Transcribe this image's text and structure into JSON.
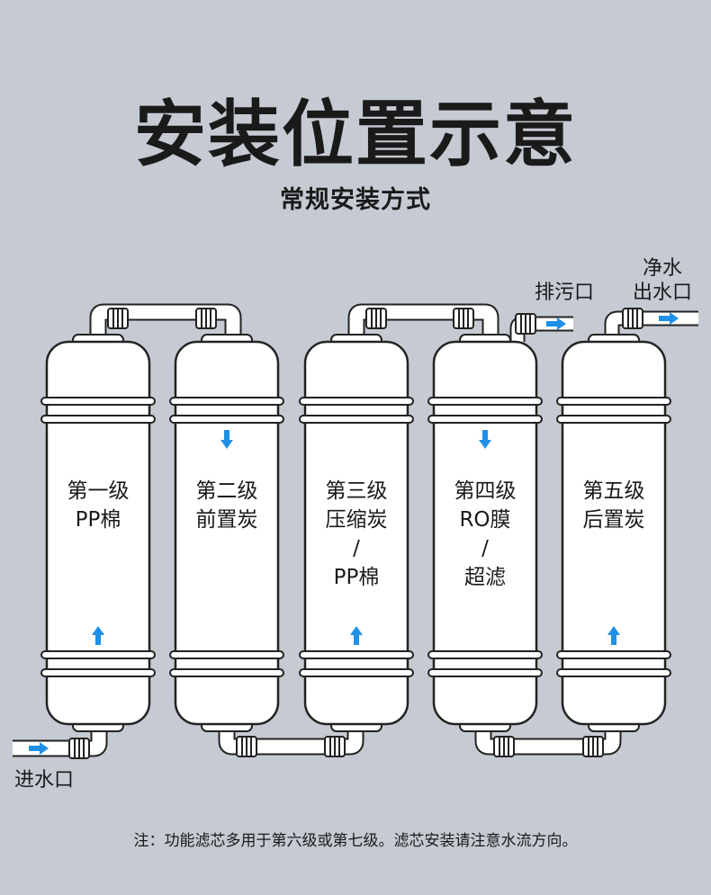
{
  "title": "安装位置示意",
  "subtitle": "常规安装方式",
  "labels": {
    "drain": "排污口",
    "pure_line1": "净水",
    "pure_line2": "出水口",
    "inlet": "进水口"
  },
  "stages": [
    {
      "line1": "第一级",
      "line2": "PP棉",
      "line3": "",
      "line4": ""
    },
    {
      "line1": "第二级",
      "line2": "前置炭",
      "line3": "",
      "line4": ""
    },
    {
      "line1": "第三级",
      "line2": "压缩炭",
      "line3": "/",
      "line4": "PP棉"
    },
    {
      "line1": "第四级",
      "line2": "RO膜",
      "line3": "/",
      "line4": "超滤"
    },
    {
      "line1": "第五级",
      "line2": "后置炭",
      "line3": "",
      "line4": ""
    }
  ],
  "note": "注：功能滤芯多用于第六级或第七级。滤芯安装请注意水流方向。",
  "colors": {
    "background": "#c6cbd3",
    "arrow": "#1e90e8",
    "filter_fill": "#ffffff",
    "outline": "#222222"
  }
}
